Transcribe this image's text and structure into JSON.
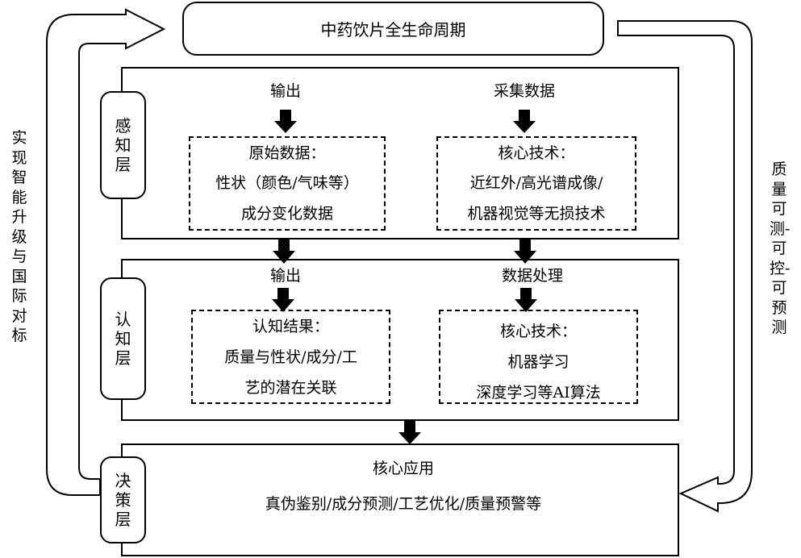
{
  "title": "中药饮片全生命周期",
  "left_loop_label": "实现智能升级与国际对标",
  "right_loop_label": "质量可测-可控-可预测",
  "perception": {
    "tab": "感知层",
    "left_header": "输出",
    "right_header": "采集数据",
    "left_box": [
      "原始数据：",
      "性状（颜色/气味等）",
      "成分变化数据"
    ],
    "right_box": [
      "核心技术：",
      "近红外/高光谱成像/",
      "机器视觉等无损技术"
    ]
  },
  "cognition": {
    "tab": "认知层",
    "left_header": "输出",
    "right_header": "数据处理",
    "left_box": [
      "认知结果：",
      "质量与性状/成分/工",
      "艺的潜在关联"
    ],
    "right_box": [
      "核心技术：",
      "机器学习",
      "深度学习等AI算法"
    ]
  },
  "decision": {
    "tab": "决策层",
    "line1": "核心应用",
    "line2": "真伪鉴别/成分预测/工艺优化/质量预警等"
  }
}
